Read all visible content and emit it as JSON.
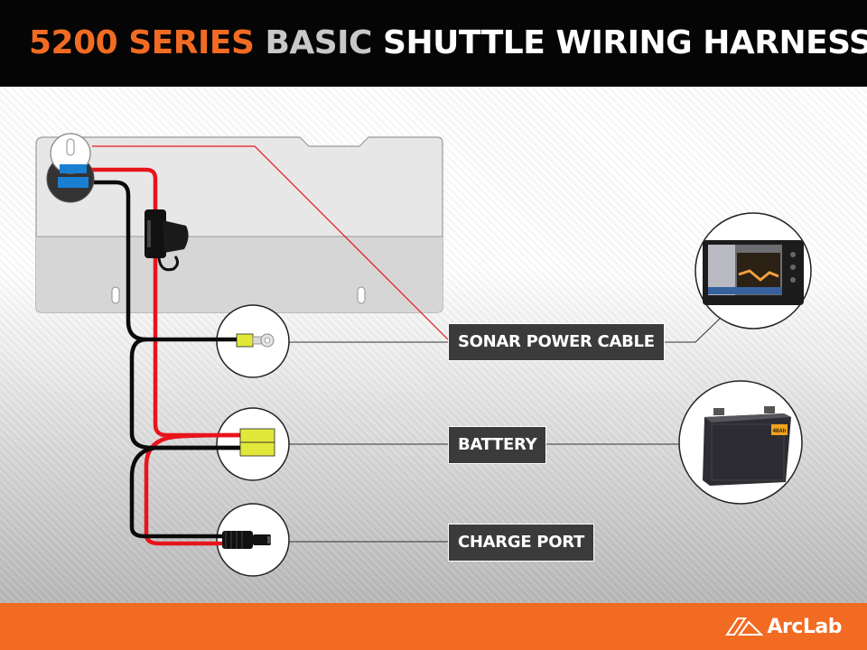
{
  "header": {
    "title_part1": "5200 SERIES",
    "title_part2": "BASIC",
    "title_part3": "SHUTTLE WIRING HARNESS"
  },
  "labels": {
    "sonar": "SONAR POWER CABLE",
    "battery": "BATTERY",
    "charge": "CHARGE PORT"
  },
  "colors": {
    "accent_orange": "#f26b22",
    "title_gray": "#c8c8c8",
    "title_white": "#ffffff",
    "wire_red": "#e8141c",
    "wire_black": "#0a0a0a",
    "terminal_yellow": "#e2e83a",
    "fuse_marker": "#1a7fd1"
  },
  "icons": {
    "sonar_device": "fish-finder-display-icon",
    "battery": "battery-icon",
    "ring_terminal": "ring-terminal-icon",
    "spade_connector": "spade-connector-icon",
    "charge_plug": "sae-plug-icon",
    "fuse": "inline-fuse-holder-icon"
  },
  "footer": {
    "brand": "ArcLab",
    "brand_logo": "arclab-logo-icon",
    "battery_badge": "48Ah"
  }
}
